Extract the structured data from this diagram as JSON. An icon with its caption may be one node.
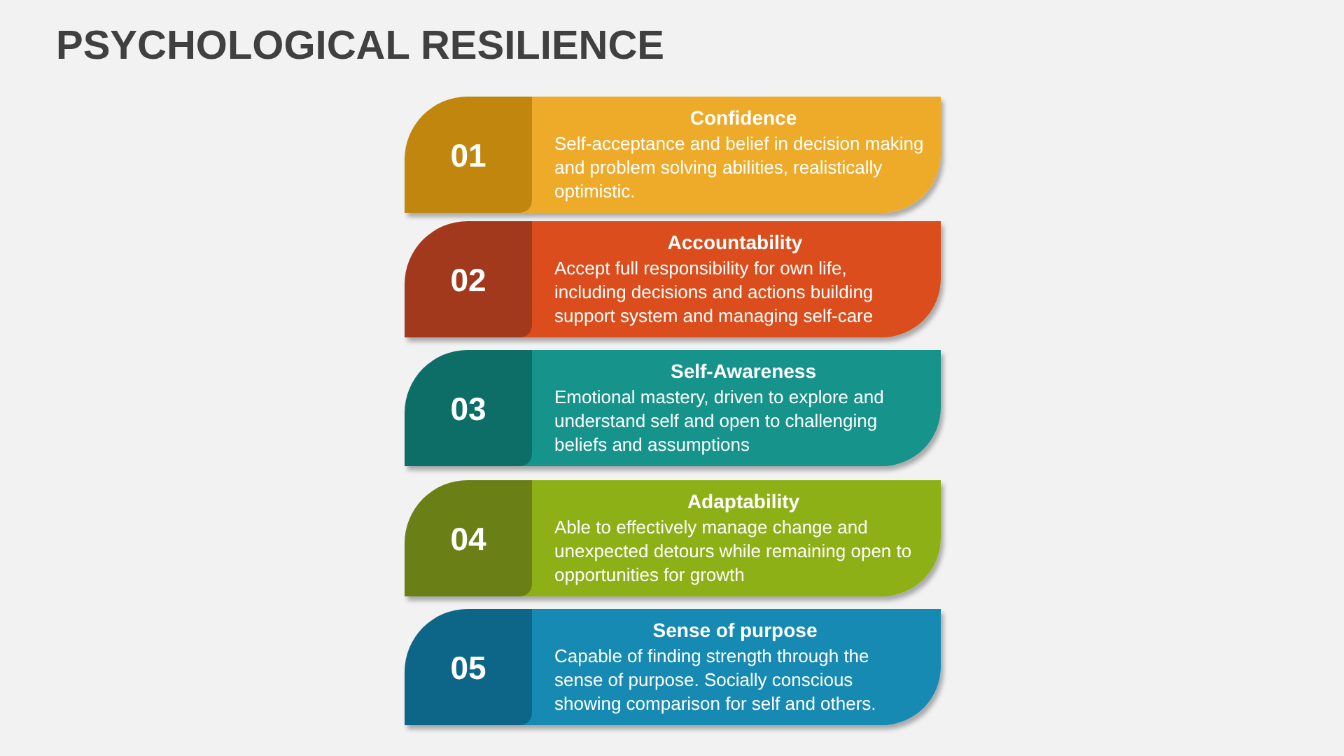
{
  "diagram": {
    "title": "PSYCHOLOGICAL RESILIENCE",
    "nodes": [
      {
        "text": [
          "01",
          "Confidence",
          "Self-acceptance and belief in decision making and problem solving abilities, realistically optimistic."
        ]
      },
      {
        "text": [
          "02",
          "Accountability",
          "Accept full responsibility for own life, including decisions and actions building support system and managing self-care"
        ]
      },
      {
        "text": [
          "03",
          "Self-Awareness",
          "Emotional mastery, driven to explore and understand self and open to challenging beliefs and assumptions"
        ]
      },
      {
        "text": [
          "04",
          "Adaptability",
          "Able to effectively manage change and unexpected detours while remaining open to opportunities for growth"
        ]
      },
      {
        "text": [
          "05",
          "Sense of purpose",
          "Capable of finding strength through the sense of purpose. Socially conscious showing comparison for self and others."
        ]
      }
    ]
  }
}
